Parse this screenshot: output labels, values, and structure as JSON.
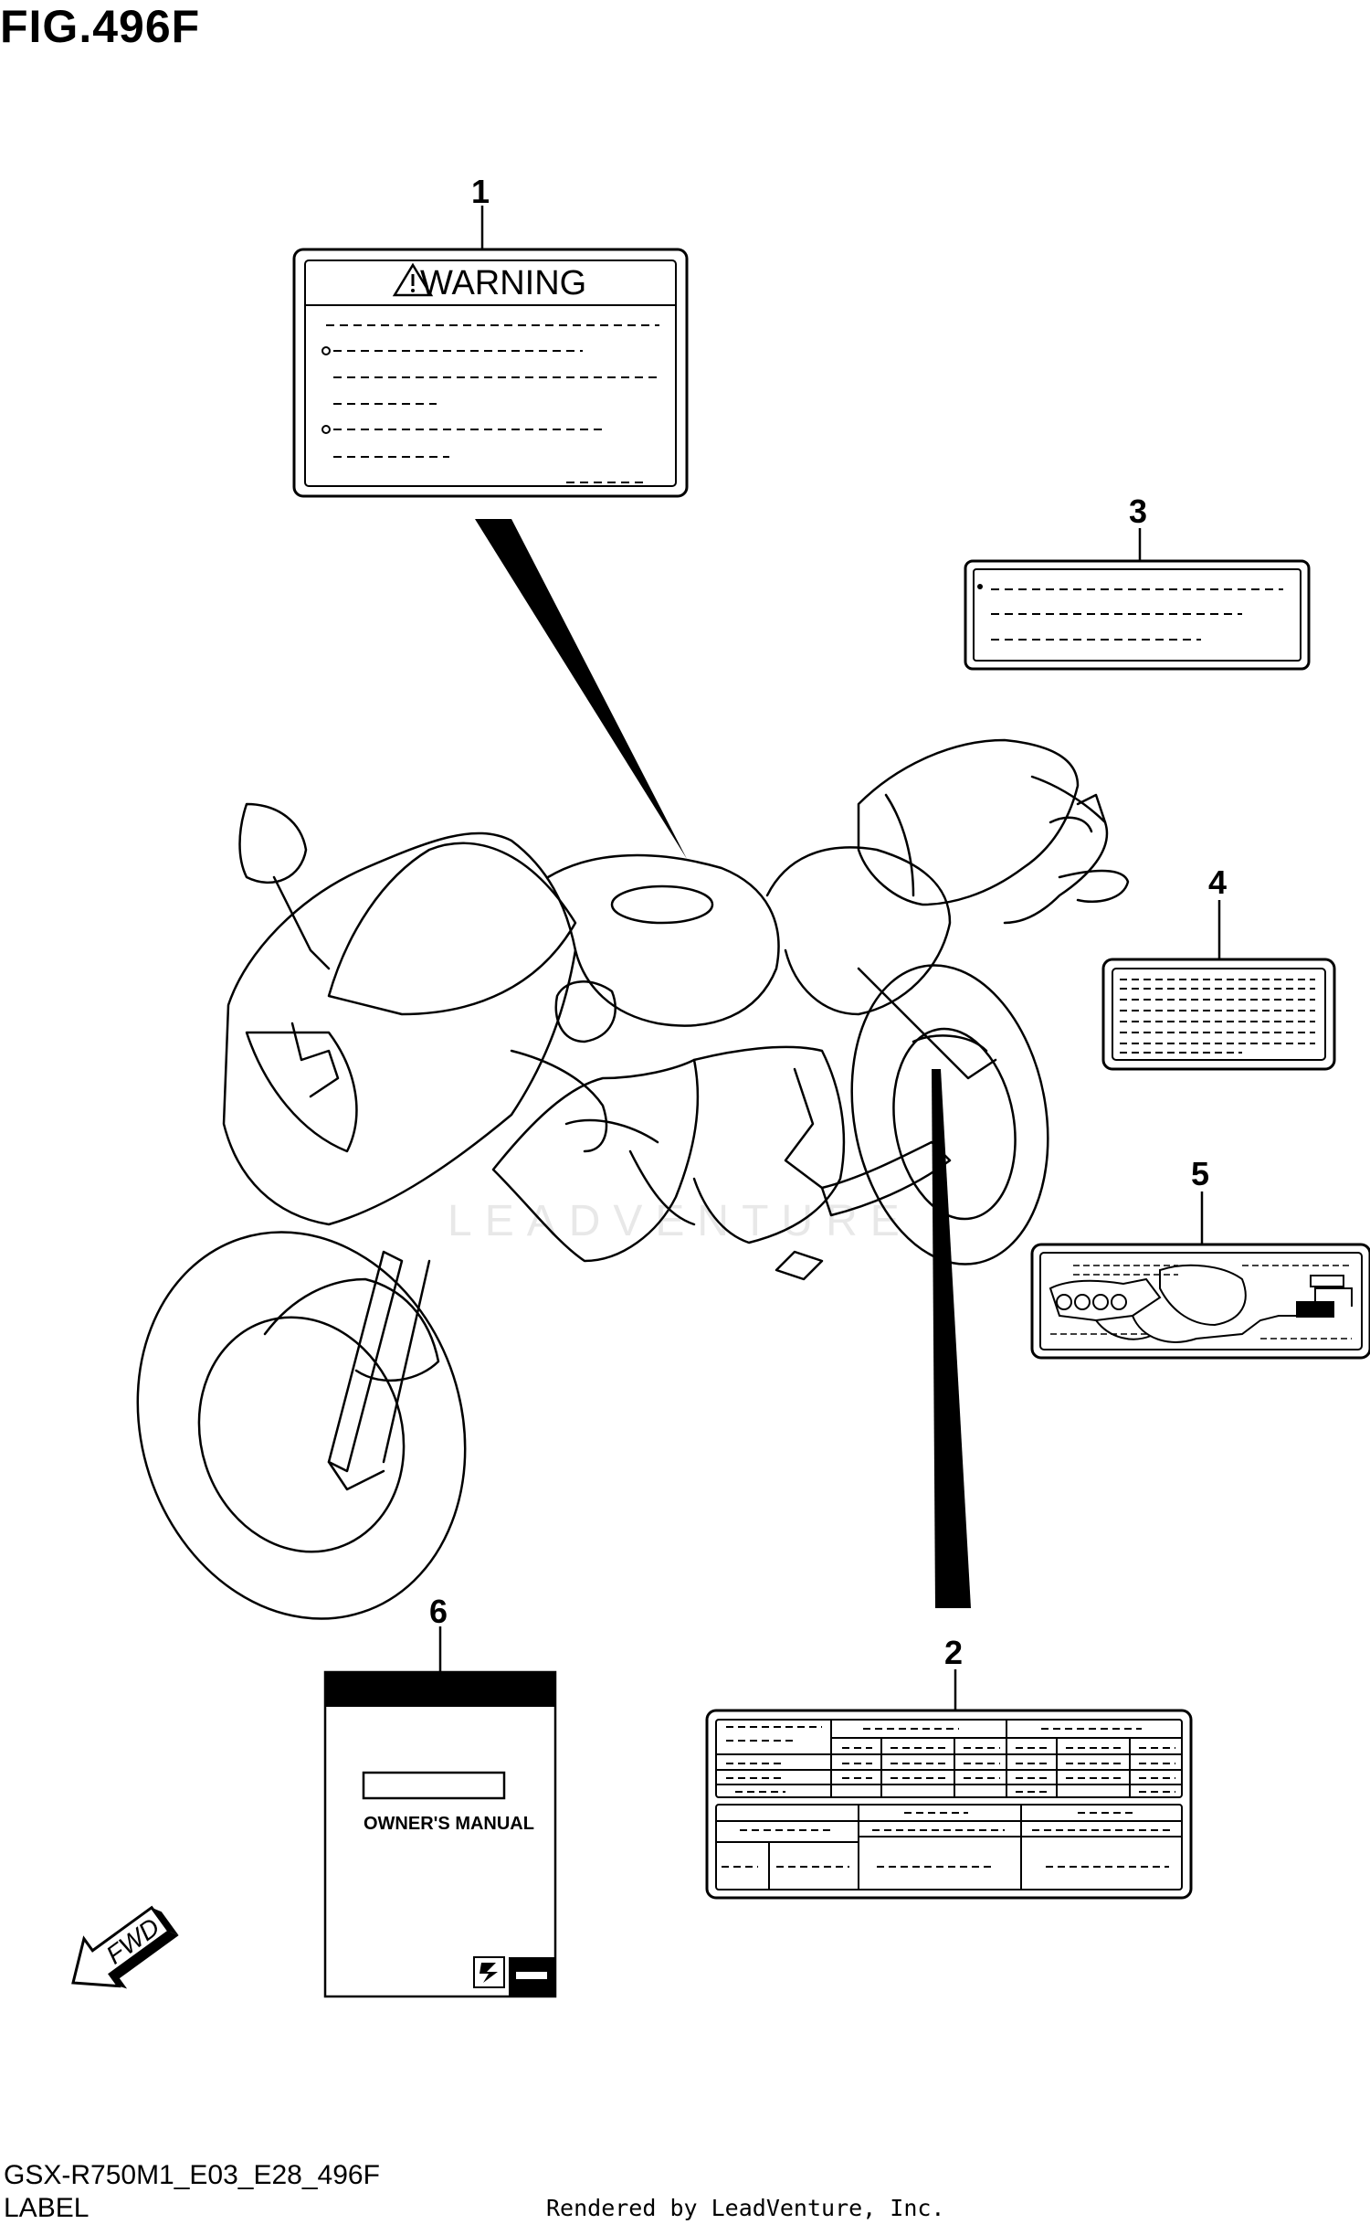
{
  "figure": {
    "title": "FIG.496F",
    "code": "GSX-R750M1_E03_E28_496F",
    "label": "LABEL",
    "credit": "Rendered by LeadVenture, Inc.",
    "watermark": "LEADVENTURE"
  },
  "callouts": {
    "c1": "1",
    "c2": "2",
    "c3": "3",
    "c4": "4",
    "c5": "5",
    "c6": "6"
  },
  "labels": {
    "warning_heading": "WARNING",
    "owners_manual": "OWNER'S MANUAL",
    "fwd": "FWD"
  }
}
